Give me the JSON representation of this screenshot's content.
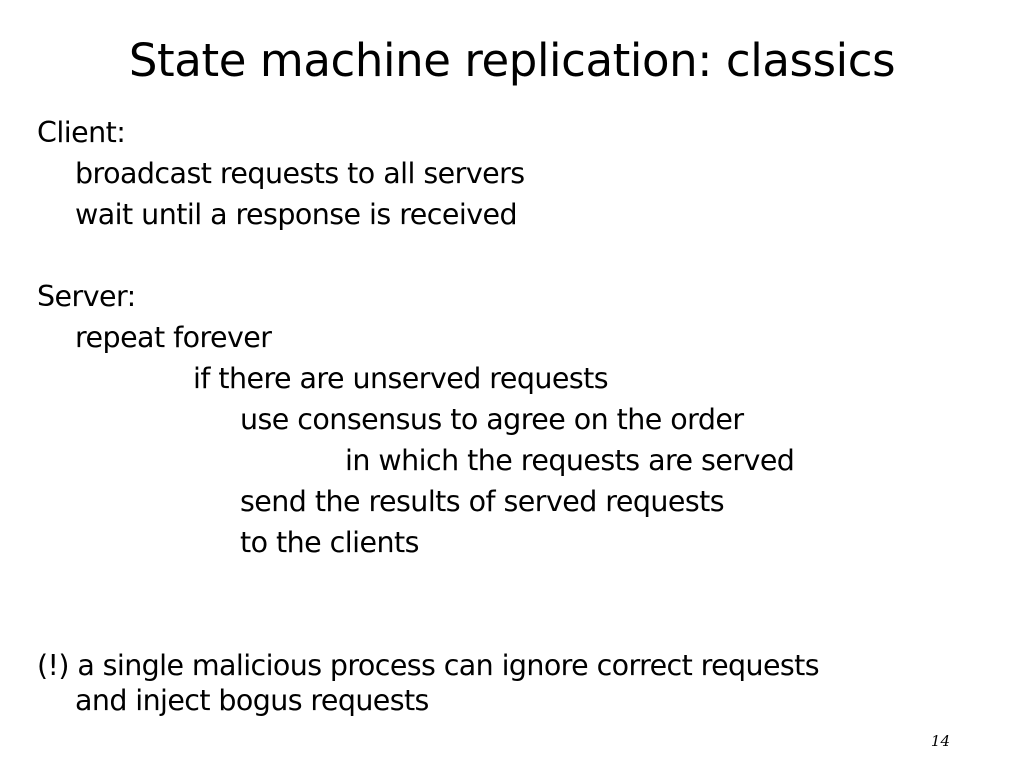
{
  "slide": {
    "title": "State machine replication: classics",
    "page_number": "14",
    "background_color": "#ffffff",
    "text_color": "#000000",
    "body": [
      {
        "indent": 0,
        "text": "Client:"
      },
      {
        "indent": 1,
        "text": "broadcast requests to all servers"
      },
      {
        "indent": 1,
        "text": "wait until a response is received"
      },
      {
        "indent": 0,
        "text": ""
      },
      {
        "indent": 0,
        "text": "Server:"
      },
      {
        "indent": 1,
        "text": "repeat forever"
      },
      {
        "indent": 2,
        "text": "if there are unserved requests"
      },
      {
        "indent": 3,
        "text": "use consensus to agree on the order"
      },
      {
        "indent": 4,
        "text": "in which the requests are served"
      },
      {
        "indent": 3,
        "text": "send the results of served requests"
      },
      {
        "indent": 3,
        "text": "to the clients"
      }
    ],
    "note": [
      {
        "indent": 0,
        "text": "(!) a single malicious process can ignore correct requests"
      },
      {
        "indent": 1,
        "text": "and inject bogus requests"
      }
    ]
  }
}
